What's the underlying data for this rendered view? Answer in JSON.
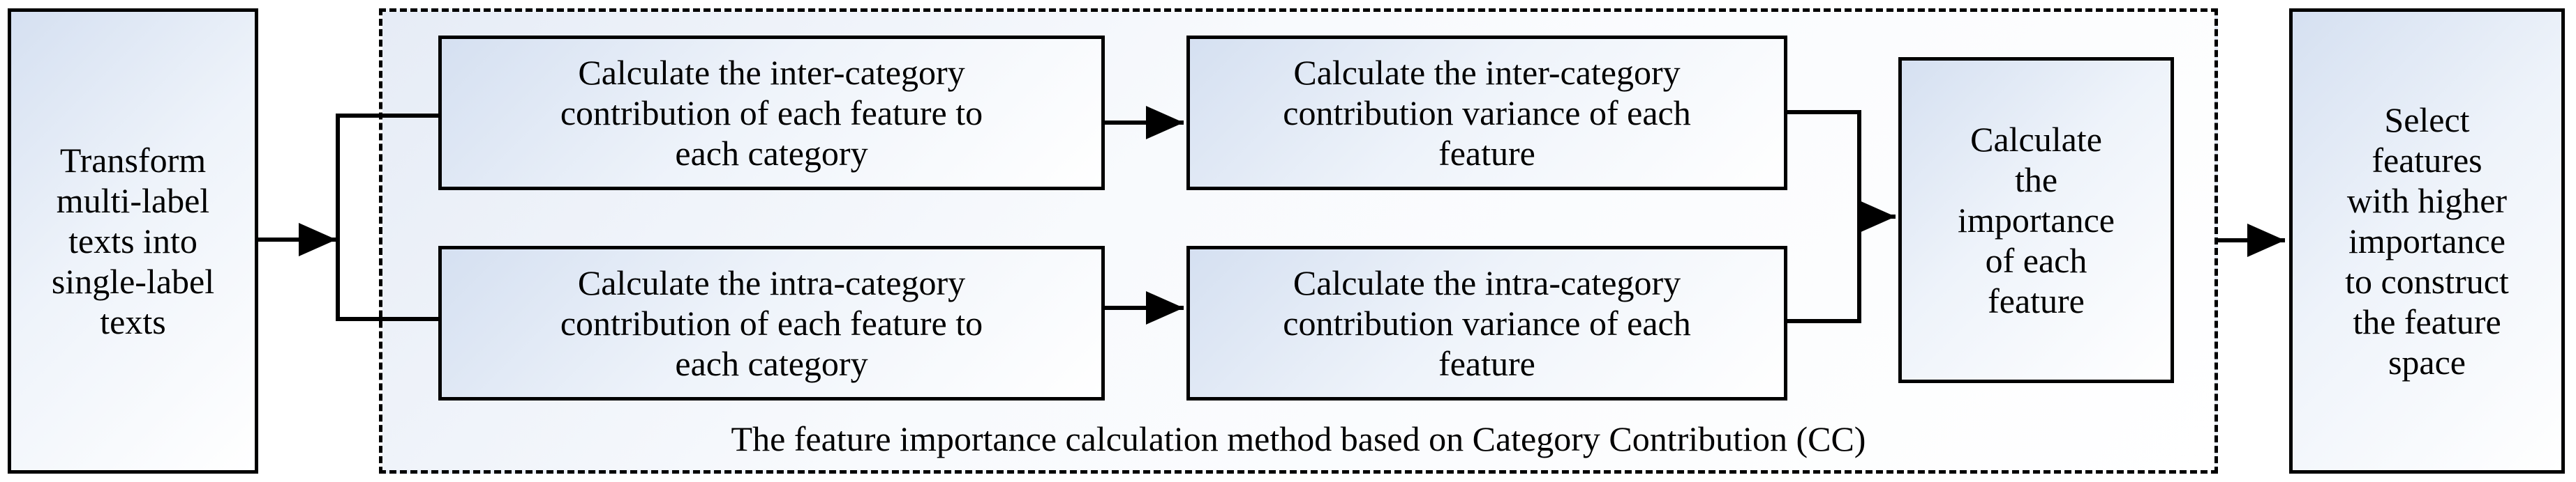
{
  "nodes": {
    "transform": "Transform\nmulti-label\ntexts into\nsingle-label\ntexts",
    "inter_contribution": "Calculate the inter-category\ncontribution of each feature to\neach category",
    "inter_variance": "Calculate the inter-category\ncontribution variance of each\nfeature",
    "intra_contribution": "Calculate the intra-category\ncontribution of each feature to\neach category",
    "intra_variance": "Calculate the intra-category\ncontribution variance of each\nfeature",
    "importance": "Calculate\nthe\nimportance\nof each\nfeature",
    "select": "Select\nfeatures\nwith higher\nimportance\nto construct\nthe feature\nspace"
  },
  "method_label": "The feature importance calculation method based on Category Contribution (CC)",
  "colors": {
    "line": "#000000",
    "box_fill_start": "#d5e0f1",
    "box_fill_end": "#ffffff"
  }
}
